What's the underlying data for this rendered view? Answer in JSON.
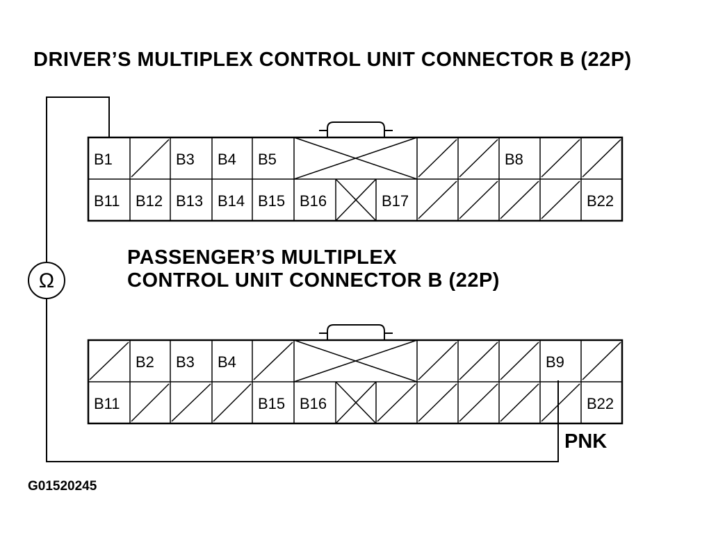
{
  "driver_connector": {
    "title": "DRIVER’S MULTIPLEX CONTROL UNIT CONNECTOR B (22P)",
    "top_row": [
      "B1",
      "/",
      "B3",
      "B4",
      "B5",
      "X",
      "X",
      "X",
      "/",
      "/",
      "B8",
      "/",
      "/"
    ],
    "bottom_row": [
      "B11",
      "B12",
      "B13",
      "B14",
      "B15",
      "B16",
      "x",
      "B17",
      "/",
      "/",
      "/",
      "/",
      "B22"
    ]
  },
  "passenger_connector": {
    "title_line1": "PASSENGER’S MULTIPLEX",
    "title_line2": "CONTROL UNIT CONNECTOR B (22P)",
    "top_row": [
      "/",
      "B2",
      "B3",
      "B4",
      "/",
      "X",
      "X",
      "X",
      "/",
      "/",
      "/",
      "B9",
      "/"
    ],
    "bottom_row": [
      "B11",
      "/",
      "/",
      "/",
      "B15",
      "B16",
      "x",
      "/",
      "/",
      "/",
      "/",
      "/",
      "B22"
    ]
  },
  "meter_symbol": "Ω",
  "wire_label": "PNK",
  "figure_id": "G01520245"
}
